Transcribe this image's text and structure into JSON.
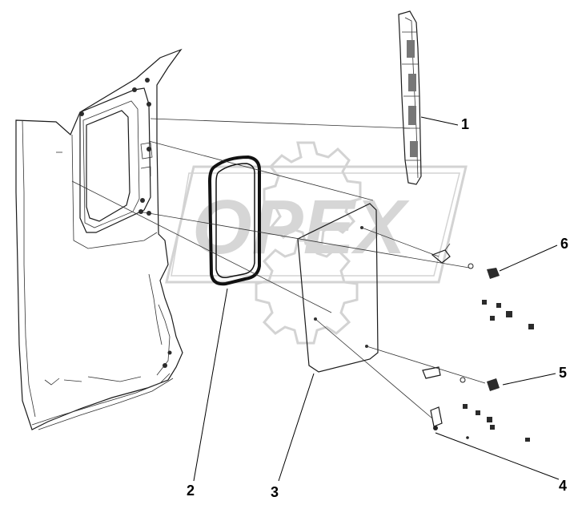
{
  "watermark": {
    "text": "OPEX"
  },
  "callouts": [
    {
      "id": "1",
      "label": "1"
    },
    {
      "id": "2",
      "label": "2"
    },
    {
      "id": "3",
      "label": "3"
    },
    {
      "id": "4",
      "label": "4"
    },
    {
      "id": "5",
      "label": "5"
    },
    {
      "id": "6",
      "label": "6"
    }
  ],
  "colors": {
    "line": "#1a1a1a",
    "watermark": "#d6d6d6",
    "background": "#ffffff"
  }
}
